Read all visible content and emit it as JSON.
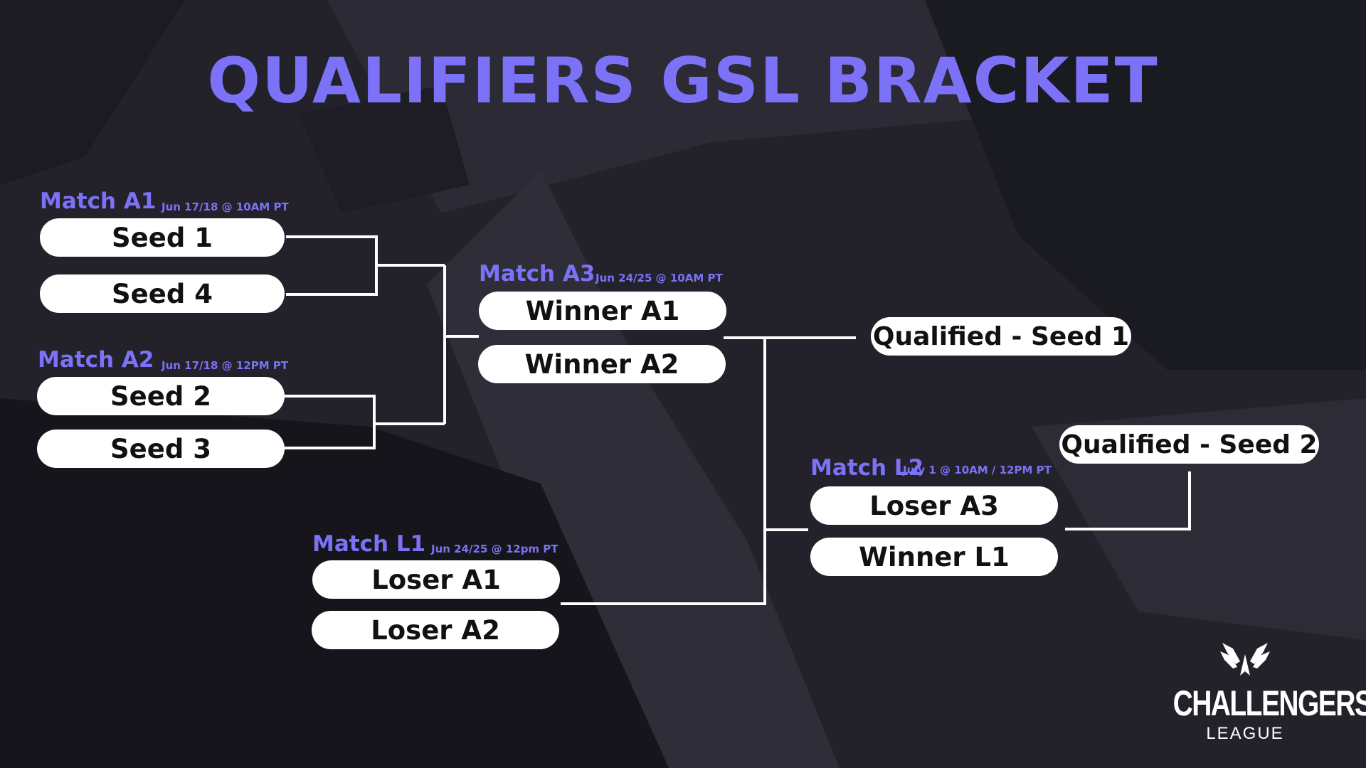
{
  "colors": {
    "background": "#23222b",
    "accent": "#7b72f7",
    "pill_background": "#ffffff",
    "pill_text": "#111111",
    "connector": "#ffffff"
  },
  "title": "QUALIFIERS GSL BRACKET",
  "matches": {
    "a1": {
      "label": "Match A1",
      "date": "Jun 17/18 @ 10AM PT",
      "slots": [
        "Seed 1",
        "Seed 4"
      ]
    },
    "a2": {
      "label": "Match A2",
      "date": "Jun 17/18 @ 12PM PT",
      "slots": [
        "Seed 2",
        "Seed 3"
      ]
    },
    "a3": {
      "label": "Match A3",
      "date": "Jun 24/25 @ 10AM PT",
      "slots": [
        "Winner A1",
        "Winner A2"
      ]
    },
    "l1": {
      "label": "Match L1",
      "date": "Jun 24/25 @ 12pm PT",
      "slots": [
        "Loser A1",
        "Loser A2"
      ]
    },
    "l2": {
      "label": "Match L2",
      "date": "July 1 @ 10AM / 12PM PT",
      "slots": [
        "Loser A3",
        "Winner L1"
      ]
    }
  },
  "results": {
    "qualified_1": "Qualified  -  Seed 1",
    "qualified_2": "Qualified  -  Seed 2"
  },
  "logo": {
    "name": "CHALLENGERS",
    "subtitle": "LEAGUE",
    "icon": "winged-crest-icon"
  }
}
